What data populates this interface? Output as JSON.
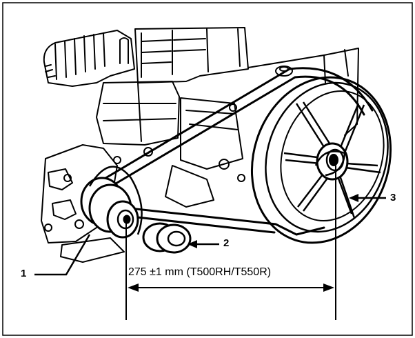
{
  "figure": {
    "callouts": [
      {
        "id": "1",
        "label": "1"
      },
      {
        "id": "2",
        "label": "2"
      },
      {
        "id": "3",
        "label": "3"
      }
    ],
    "dimension": {
      "text": "275 ±1 mm (T500RH/T550R)"
    },
    "colors": {
      "ink": "#000000",
      "paper": "#ffffff"
    }
  }
}
